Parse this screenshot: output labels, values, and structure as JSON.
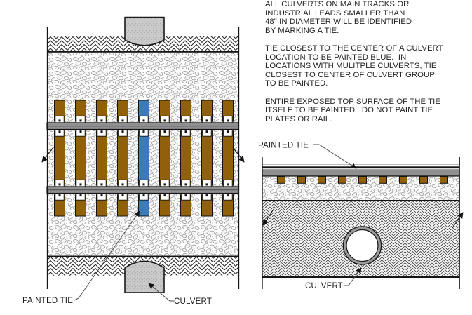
{
  "notes": {
    "p1": "ALL CULVERTS ON MAIN TRACKS OR\nINDUSTRIAL LEADS SMALLER THAN\n48\" IN DIAMETER WILL BE IDENTIFIED\nBY MARKING A TIE.",
    "p2": "TIE CLOSEST TO THE CENTER OF A CULVERT\nLOCATION TO BE PAINTED BLUE.  IN\nLOCATIONS WITH MULITPLE CULVERTS, TIE\nCLOSEST TO CENTER OF CULVERT GROUP\nTO BE PAINTED.",
    "p3": "ENTIRE EXPOSED TOP SURFACE OF THE TIE\nITSELF TO BE PAINTED.  DO NOT PAINT TIE\nPLATES OR RAIL."
  },
  "plan_view": {
    "painted_tie_label": "PAINTED TIE",
    "culvert_label": "CULVERT",
    "tie_count": 9,
    "painted_tie_index": 4
  },
  "section_view": {
    "painted_tie_label": "PAINTED TIE",
    "culvert_label": "CULVERT",
    "tie_count": 9
  },
  "colors": {
    "tie_brown": "#91600a",
    "tie_painted_blue": "#3c7ab8",
    "culvert_gray": "#cacaca",
    "rail_gray": "#8f8f8f",
    "line_black": "#141414"
  }
}
